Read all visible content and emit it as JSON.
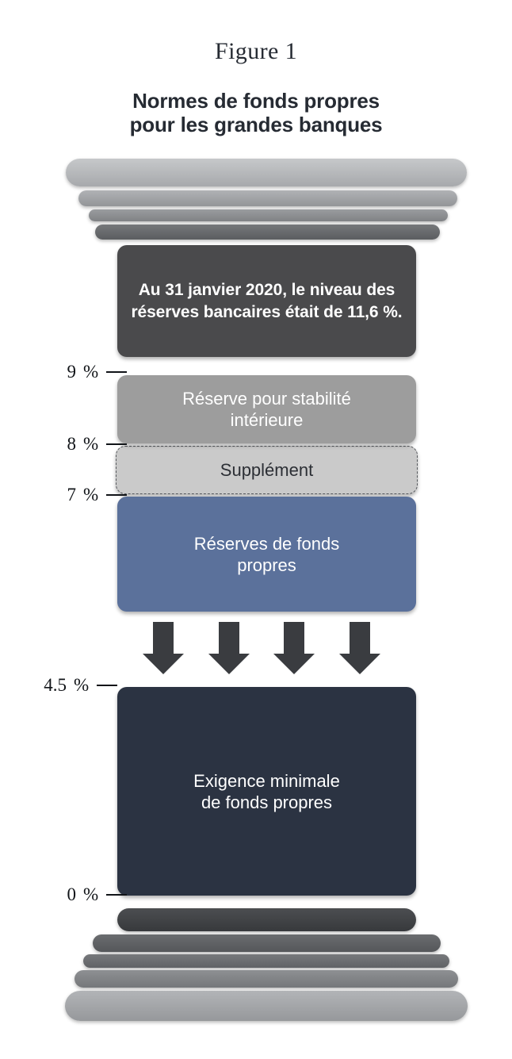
{
  "figure": {
    "label": "Figure 1",
    "title_line1": "Normes de fonds propres",
    "title_line2": "pour les grandes banques"
  },
  "callout": {
    "text_part1": "Au 31 janvier 2020, le niveau des réserves bancaires était de ",
    "value": "11,6 %",
    "text_part2": "."
  },
  "blocks": [
    {
      "key": "dsb",
      "label": "Réserve pour stabilité intérieure",
      "color": "#9d9d9d",
      "from": 7,
      "to": 9
    },
    {
      "key": "surcharge",
      "label": "Supplément",
      "color": "#cacaca",
      "from": 7,
      "to": 8
    },
    {
      "key": "buffers",
      "label": "Réserves de fonds propres",
      "color": "#5b719b",
      "from": 4.5,
      "to": 7
    },
    {
      "key": "minimum",
      "label": "Exigence minimale de fonds propres",
      "color": "#2b3342",
      "from": 0,
      "to": 4.5
    }
  ],
  "block_labels": {
    "dsb_line1": "Réserve pour stabilité",
    "dsb_line2": "intérieure",
    "surcharge": "Supplément",
    "buffers_line1": "Réserves de fonds",
    "buffers_line2": "propres",
    "minimum_line1": "Exigence minimale",
    "minimum_line2": "de fonds propres"
  },
  "axis": {
    "unit": "%",
    "ticks": [
      {
        "value": "9",
        "unit": "%"
      },
      {
        "value": "8",
        "unit": "%"
      },
      {
        "value": "7",
        "unit": "%"
      },
      {
        "value": "4.5",
        "unit": "%"
      },
      {
        "value": "0",
        "unit": "%"
      }
    ]
  },
  "decor": {
    "arrow_count": 4,
    "arrow_color": "#3a3c40",
    "capital_slabs": 4,
    "base_slabs": 5
  },
  "colors": {
    "callout_bg": "#4a4a4c",
    "dsb_bg": "#9d9d9d",
    "surcharge_bg": "#cacaca",
    "buffers_bg": "#5b719b",
    "minimum_bg": "#2b3342",
    "text_dark": "#262b33",
    "page_bg": "#ffffff"
  },
  "chart_data": {
    "type": "bar",
    "title": "Normes de fonds propres pour les grandes banques",
    "subtitle": "Figure 1",
    "xlabel": "",
    "ylabel": "%",
    "ylim": [
      0,
      9
    ],
    "yticks": [
      0,
      4.5,
      7,
      8,
      9
    ],
    "ytick_labels": [
      "0 %",
      "4.5 %",
      "7 %",
      "8 %",
      "9 %"
    ],
    "grid": false,
    "legend": "none",
    "orientation": "vertical-stacked",
    "categories": [
      "Normes de fonds propres"
    ],
    "series": [
      {
        "name": "Exigence minimale de fonds propres",
        "from": 0,
        "to": 4.5,
        "value": 4.5,
        "color": "#2b3342"
      },
      {
        "name": "Réserves de fonds propres",
        "from": 4.5,
        "to": 7,
        "value": 2.5,
        "color": "#5b719b"
      },
      {
        "name": "Supplément",
        "from": 7,
        "to": 8,
        "value": 1,
        "color": "#cacaca"
      },
      {
        "name": "Réserve pour stabilité intérieure",
        "from": 7,
        "to": 9,
        "value": 2,
        "color": "#9d9d9d"
      }
    ],
    "annotations": [
      {
        "text": "Au 31 janvier 2020, le niveau des réserves bancaires était de 11,6 %.",
        "value": 11.6,
        "unit": "%",
        "date": "31 janvier 2020"
      }
    ]
  }
}
